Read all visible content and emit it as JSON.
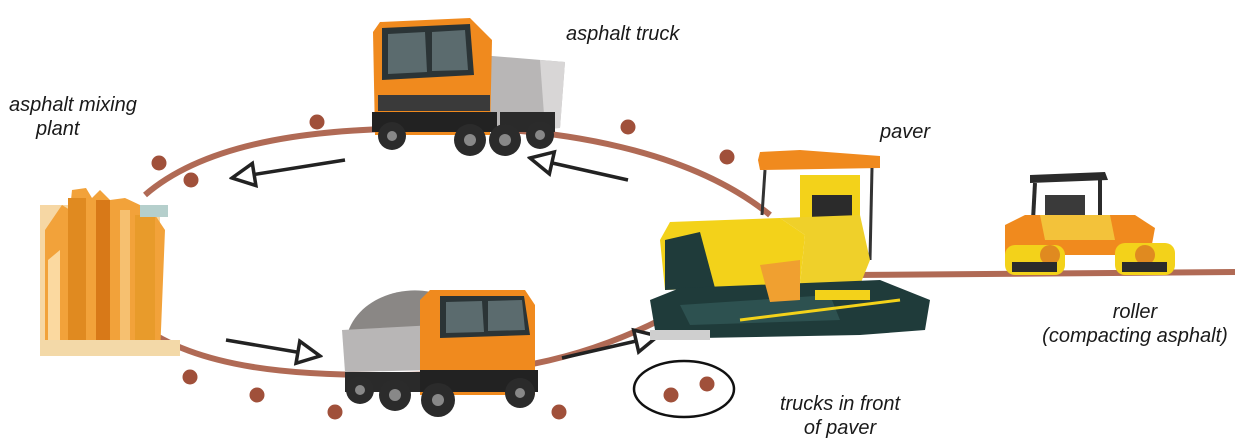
{
  "labels": {
    "mixing_plant_line1": "asphalt mixing",
    "mixing_plant_line2": "plant",
    "asphalt_truck": "asphalt truck",
    "paver": "paver",
    "roller_line1": "roller",
    "roller_line2": "(compacting asphalt)",
    "trucks_front_line1": "trucks in front",
    "trucks_front_line2": "of paver"
  },
  "colors": {
    "road": "#b06a55",
    "dot": "#a0503a",
    "arrow": "#222222",
    "truck_cab": "#f08a1e",
    "truck_bed": "#b8b6b6",
    "paver_body": "#f3d21a",
    "paver_dark": "#1f3b3a",
    "plant": "#f0a030"
  },
  "icons": [
    "asphalt-mixing-plant-icon",
    "asphalt-truck-icon",
    "paver-icon",
    "roller-icon"
  ]
}
